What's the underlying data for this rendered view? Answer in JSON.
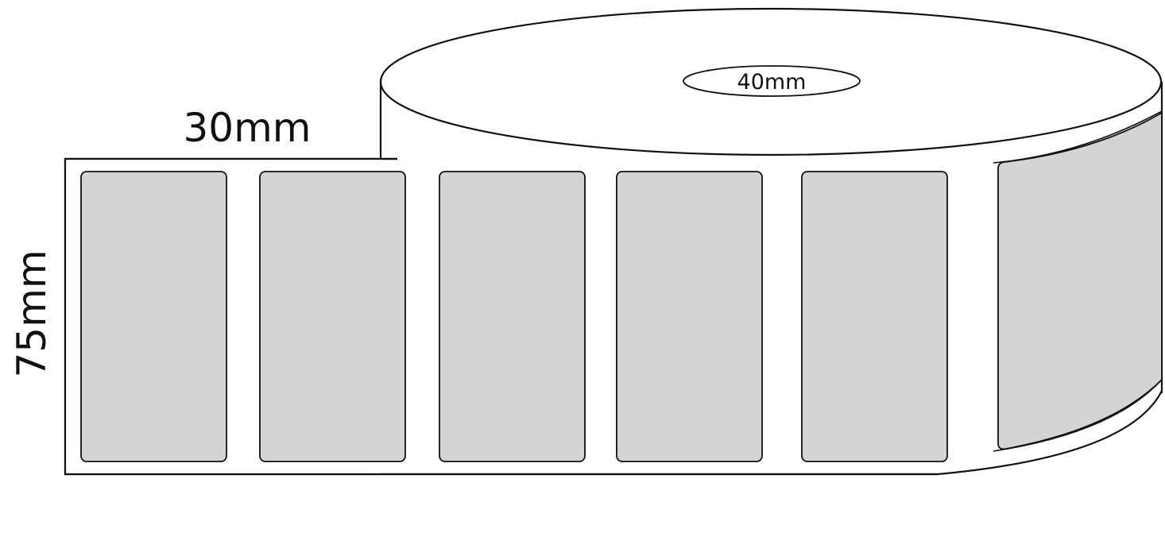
{
  "dimensions": {
    "label_width": "30mm",
    "label_height": "75mm",
    "core_diameter": "40mm"
  },
  "labels_visible": 6,
  "colors": {
    "label_fill": "#d4d4d4",
    "outline": "#111111",
    "background": "#ffffff"
  }
}
